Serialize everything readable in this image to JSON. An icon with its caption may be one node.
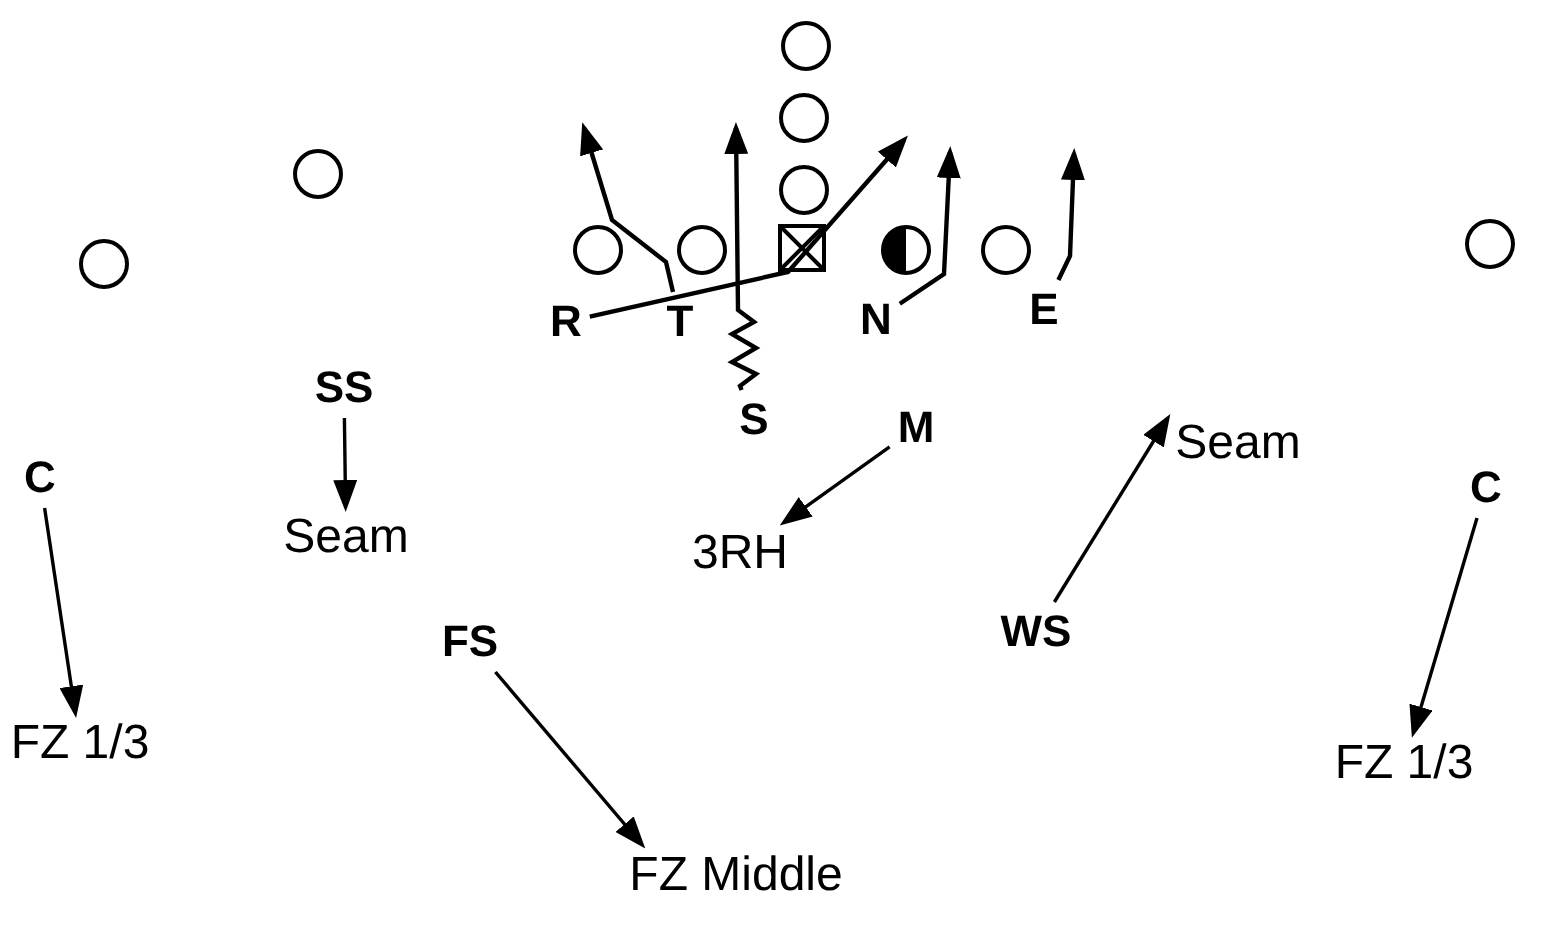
{
  "diagram": {
    "nodes": [
      {
        "text": [
          "R"
        ]
      },
      {
        "text": [
          "T"
        ]
      },
      {
        "text": [
          "N"
        ]
      },
      {
        "text": [
          "E"
        ]
      },
      {
        "text": [
          "SS"
        ]
      },
      {
        "text": [
          "S"
        ]
      },
      {
        "text": [
          "M"
        ]
      },
      {
        "text": [
          "Seam"
        ]
      },
      {
        "text": [
          "C"
        ]
      },
      {
        "text": [
          "C"
        ]
      },
      {
        "text": [
          "Seam"
        ]
      },
      {
        "text": [
          "3RH"
        ]
      },
      {
        "text": [
          "FS"
        ]
      },
      {
        "text": [
          "WS"
        ]
      },
      {
        "text": [
          "FZ 1/3"
        ]
      },
      {
        "text": [
          "FZ 1/3"
        ]
      },
      {
        "text": [
          "FZ Middle"
        ]
      }
    ],
    "edges": [
      {
        "from": 0,
        "to": null,
        "arrow": "to"
      },
      {
        "from": 1,
        "to": null,
        "arrow": "to"
      },
      {
        "from": 2,
        "to": null,
        "arrow": "to"
      },
      {
        "from": 3,
        "to": null,
        "arrow": "to"
      },
      {
        "from": 4,
        "to": 10,
        "arrow": "to"
      },
      {
        "from": 5,
        "to": null,
        "arrow": "to"
      },
      {
        "from": 6,
        "to": 11,
        "arrow": "to"
      },
      {
        "from": 8,
        "to": 14,
        "arrow": "to"
      },
      {
        "from": 9,
        "to": 15,
        "arrow": "to"
      },
      {
        "from": 12,
        "to": 16,
        "arrow": "to"
      },
      {
        "from": 13,
        "to": 7,
        "arrow": "to"
      }
    ]
  }
}
